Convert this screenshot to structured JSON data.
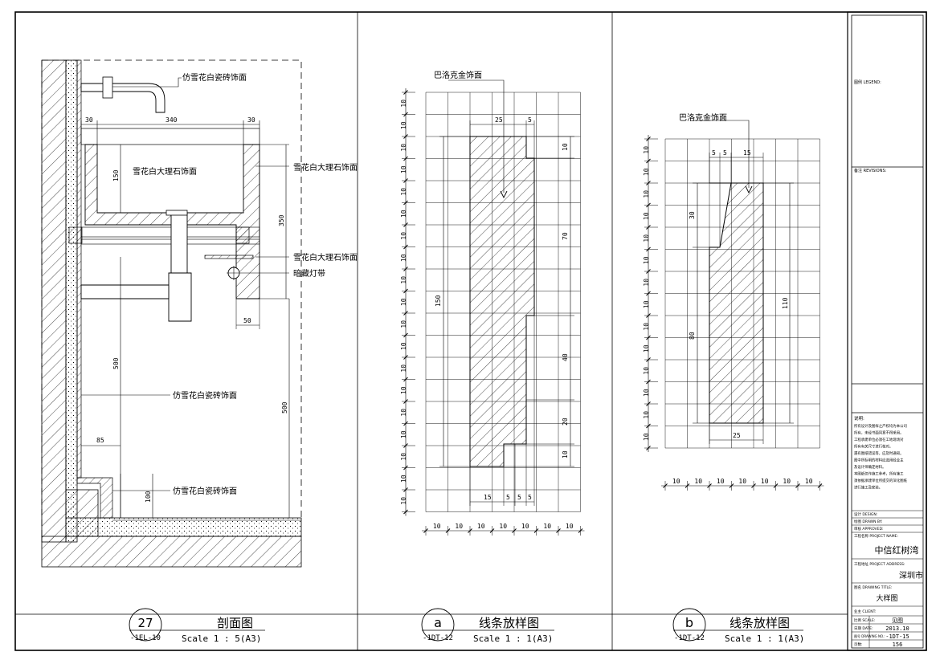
{
  "section_view": {
    "number": "27",
    "ref": "-1EL-10",
    "title": "剖面图",
    "scale": "Scale 1 : 5(A3)",
    "labels": {
      "tile_top": "仿雪花白瓷砖饰面",
      "marble_inner": "雪花白大理石饰面",
      "marble_right1": "雪花白大理石饰面",
      "marble_right2": "雪花白大理石饰面",
      "hidden_light": "暗藏灯带",
      "tile_mid": "仿雪花白瓷砖饰面",
      "tile_low": "仿雪花白瓷砖饰面"
    },
    "dims": {
      "d30a": "30",
      "d340": "340",
      "d30b": "30",
      "d150": "150",
      "d350": "350",
      "d50": "50",
      "d500a": "500",
      "d500b": "500",
      "d85": "85",
      "d100": "100"
    }
  },
  "detail_a": {
    "letter": "a",
    "ref": "-1DT-12",
    "title": "线条放样图",
    "scale": "Scale 1 : 1(A3)",
    "label": "巴洛克金饰面",
    "grid_step": "10",
    "dims": {
      "top25": "25",
      "top5": "5",
      "r10": "10",
      "r70": "70",
      "r40": "40",
      "r20": "20",
      "r10b": "10",
      "l150": "150",
      "b15": "15",
      "b5a": "5",
      "b5b": "5",
      "b5c": "5"
    }
  },
  "detail_b": {
    "letter": "b",
    "ref": "-1DT-12",
    "title": "线条放样图",
    "scale": "Scale 1 : 1(A3)",
    "label": "巴洛克金饰面",
    "grid_step": "10",
    "dims": {
      "t5a": "5",
      "t5b": "5",
      "t15": "15",
      "l30": "30",
      "l80": "80",
      "r110": "110",
      "b25": "25"
    }
  },
  "title_block": {
    "legend_label": "图例 LEGEND:",
    "revisions_label": "备注 REVISIONS:",
    "notes_heading": "说明:",
    "notes": [
      "所有设计及图样之产权均为本公司",
      "所有，未经书面同意不得采用。",
      "工程承建单位必须在工地现场对",
      "所有有关尺寸进行核对。",
      "遇有图纸错误等，应及时通知。",
      "图中所标明的材料应选用经业主",
      "及设计师确定材料。",
      "本图纸仅作施工参考，所有施工",
      "须依据承建单位所提交的深化图纸",
      "进行施工及安装。"
    ],
    "design_label": "设计 DESIGN:",
    "drawn_label": "绘图 DRAWN BY:",
    "checked_label": "审核 APPROVED:",
    "project_name_label": "工程名称 PROJECT NAME:",
    "project_name": "中信红树湾",
    "project_address_label": "工程地址 PROJECT ADDRESS:",
    "project_address": "深圳市",
    "drawing_title_label": "图名 DRAWING TITLE:",
    "drawing_title": "大样图",
    "client_label": "业主 CLIENT:",
    "scale_label": "比例 SCALE:",
    "scale_value": "见图",
    "date_label": "日期 DATE:",
    "date_value": "2013.10",
    "drawing_no_label": "图号 DRAWING NO.:",
    "drawing_no": "-1DT-15",
    "page_label": "页数:",
    "page_no": "156"
  }
}
